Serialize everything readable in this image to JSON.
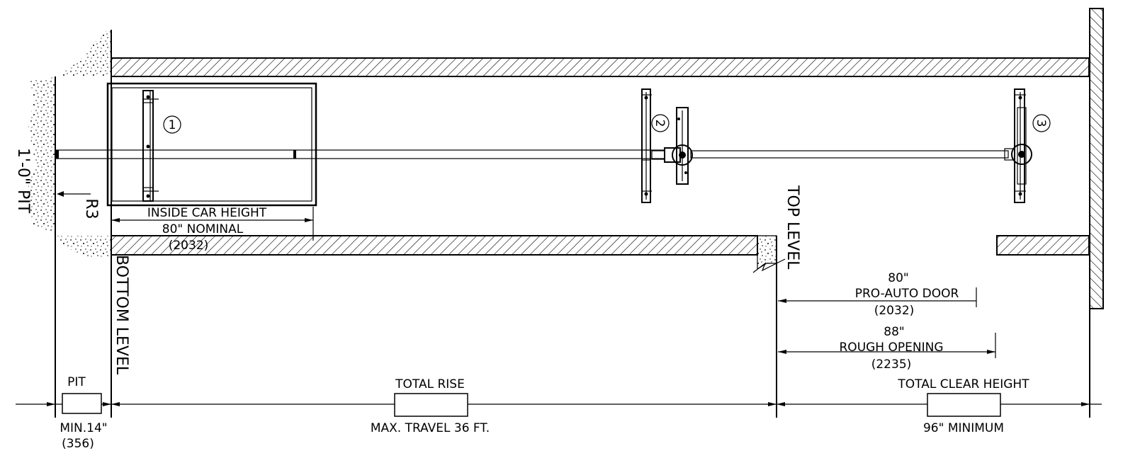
{
  "labels": {
    "inside_car_height": "INSIDE CAR HEIGHT",
    "nominal_in": "80\" NOMINAL",
    "nominal_mm": "(2032)",
    "r3": "R3",
    "pit_depth_label": "1'-0\" PIT",
    "bottom_level": "BOTTOM LEVEL",
    "top_level": "TOP LEVEL",
    "door_in": "80\"",
    "door_label": "PRO-AUTO DOOR",
    "door_mm": "(2032)",
    "rough_in": "88\"",
    "rough_label": "ROUGH OPENING",
    "rough_mm": "(2235)",
    "pit": "PIT",
    "pit_min": "MIN.14\"",
    "pit_mm": "(356)",
    "total_rise": "TOTAL RISE",
    "max_travel": "MAX. TRAVEL 36 FT.",
    "total_clear_height": "TOTAL CLEAR HEIGHT",
    "clear_min": "96\" MINIMUM"
  },
  "callouts": [
    "1",
    "2",
    "3"
  ]
}
